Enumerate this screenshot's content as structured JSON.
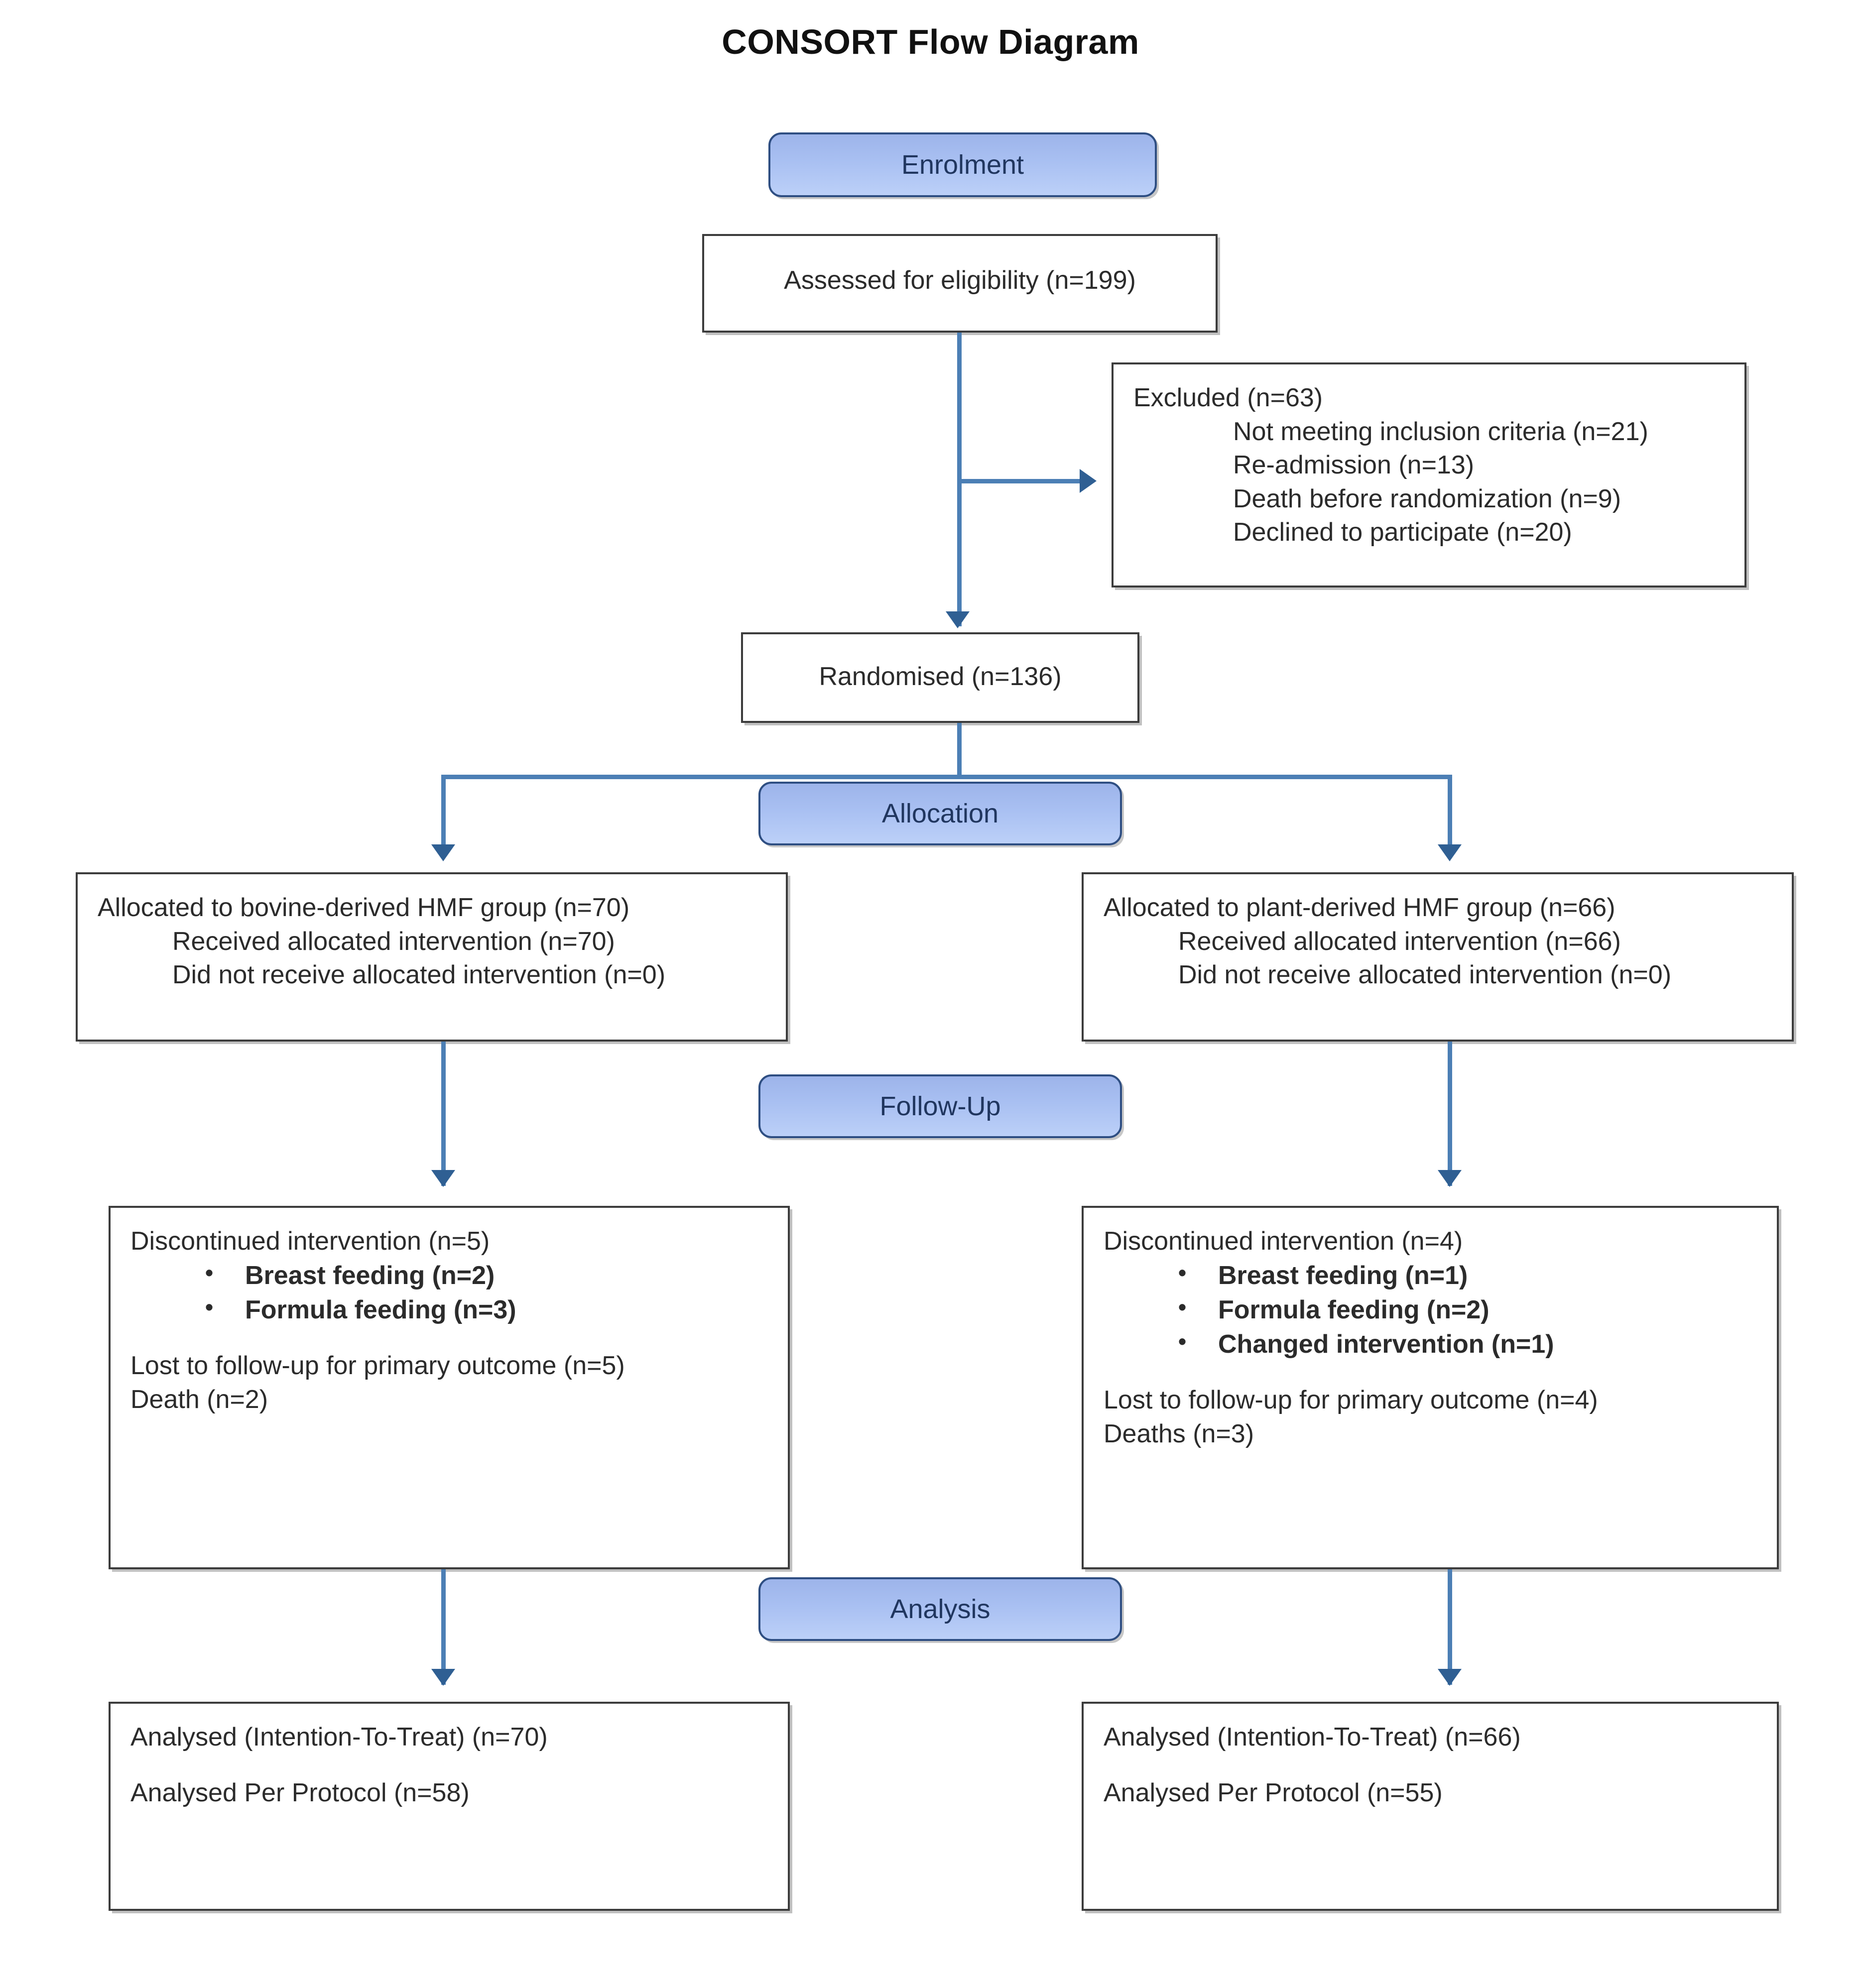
{
  "title": "CONSORT Flow Diagram",
  "banners": {
    "enrolment": "Enrolment",
    "allocation": "Allocation",
    "followup": "Follow-Up",
    "analysis": "Analysis"
  },
  "colors": {
    "banner_fill": "#a9c0f2",
    "banner_border": "#2e4e82",
    "banner_text": "#20365f",
    "connector": "#4c7fb5",
    "arrow_head": "#2f5f93",
    "box_border": "#3c3c3c",
    "box_fill": "#ffffff",
    "text": "#2b2b2b"
  },
  "enrolment": {
    "assessed": "Assessed for eligibility (n=199)",
    "excluded": {
      "heading": "Excluded (n=63)",
      "reasons": [
        "Not meeting inclusion criteria (n=21)",
        "Re-admission (n=13)",
        "Death before randomization (n=9)",
        "Declined to participate (n=20)"
      ]
    }
  },
  "randomised": "Randomised (n=136)",
  "allocation": {
    "left": {
      "heading": "Allocated to bovine-derived HMF group (n=70)",
      "lines": [
        "Received allocated intervention (n=70)",
        "Did not receive allocated intervention (n=0)"
      ]
    },
    "right": {
      "heading": "Allocated to plant-derived HMF group (n=66)",
      "lines": [
        "Received allocated intervention (n=66)",
        "Did not receive allocated intervention (n=0)"
      ]
    }
  },
  "followup": {
    "left": {
      "heading": "Discontinued intervention (n=5)",
      "bullets": [
        "Breast feeding (n=2)",
        "Formula feeding (n=3)"
      ],
      "lines": [
        "Lost to follow-up for primary outcome (n=5)",
        "Death (n=2)"
      ]
    },
    "right": {
      "heading": "Discontinued intervention (n=4)",
      "bullets": [
        "Breast feeding (n=1)",
        "Formula feeding (n=2)",
        "Changed intervention (n=1)"
      ],
      "lines": [
        "Lost to follow-up for primary outcome (n=4)",
        "Deaths (n=3)"
      ]
    }
  },
  "analysis": {
    "left": {
      "itt": "Analysed (Intention-To-Treat) (n=70)",
      "pp": "Analysed Per Protocol (n=58)"
    },
    "right": {
      "itt": "Analysed (Intention-To-Treat) (n=66)",
      "pp": "Analysed Per Protocol (n=55)"
    }
  }
}
